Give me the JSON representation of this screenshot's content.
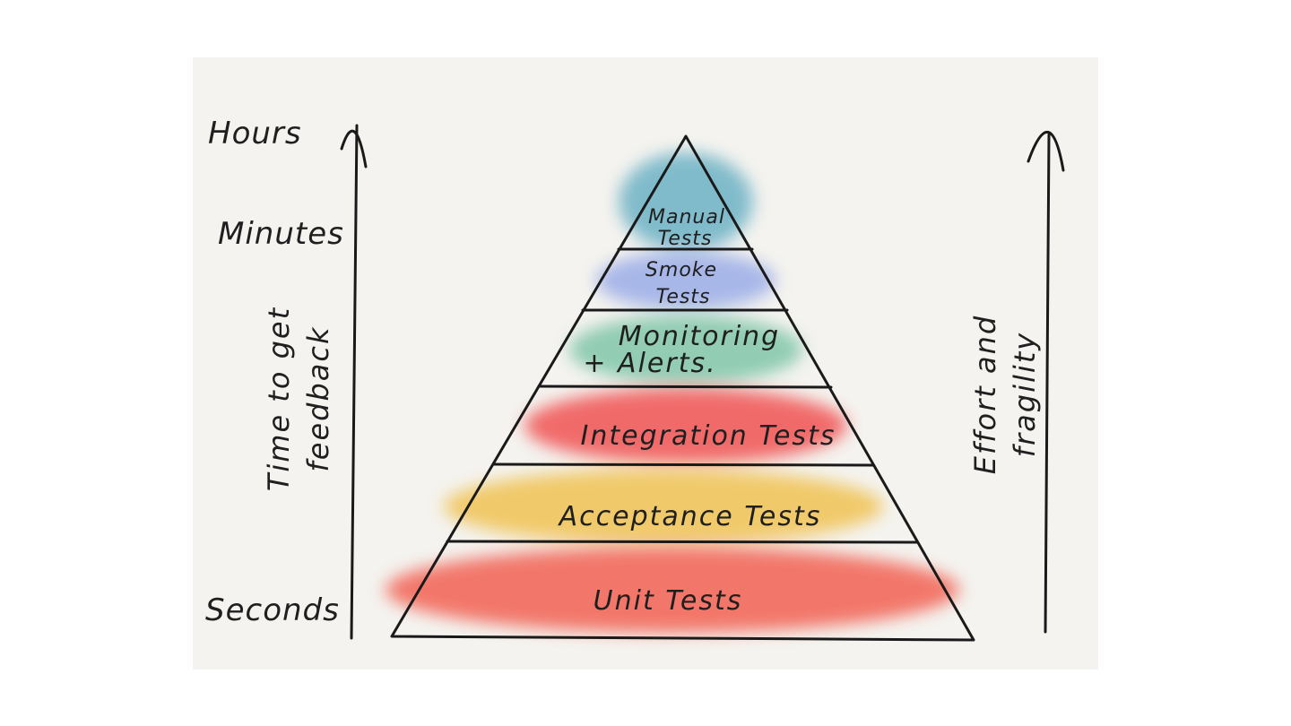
{
  "left_axis": {
    "title_lines": [
      "Time to get",
      "feedback"
    ],
    "scale": {
      "top": "Hours",
      "middle": "Minutes",
      "bottom": "Seconds"
    }
  },
  "right_axis": {
    "title_lines": [
      "Effort and",
      "fragility"
    ]
  },
  "pyramid": {
    "tiers": [
      {
        "lines": [
          "Manual",
          "Tests"
        ],
        "color": "#5aa9bf"
      },
      {
        "lines": [
          "Smoke",
          "Tests"
        ],
        "color": "#8ea3e6"
      },
      {
        "lines": [
          "Monitoring",
          "+ Alerts."
        ],
        "color": "#6fbf9f"
      },
      {
        "lines": [
          "Integration Tests"
        ],
        "color": "#f04a4a"
      },
      {
        "lines": [
          "Acceptance Tests"
        ],
        "color": "#f0bf4a"
      },
      {
        "lines": [
          "Unit Tests"
        ],
        "color": "#f2584a"
      }
    ]
  }
}
